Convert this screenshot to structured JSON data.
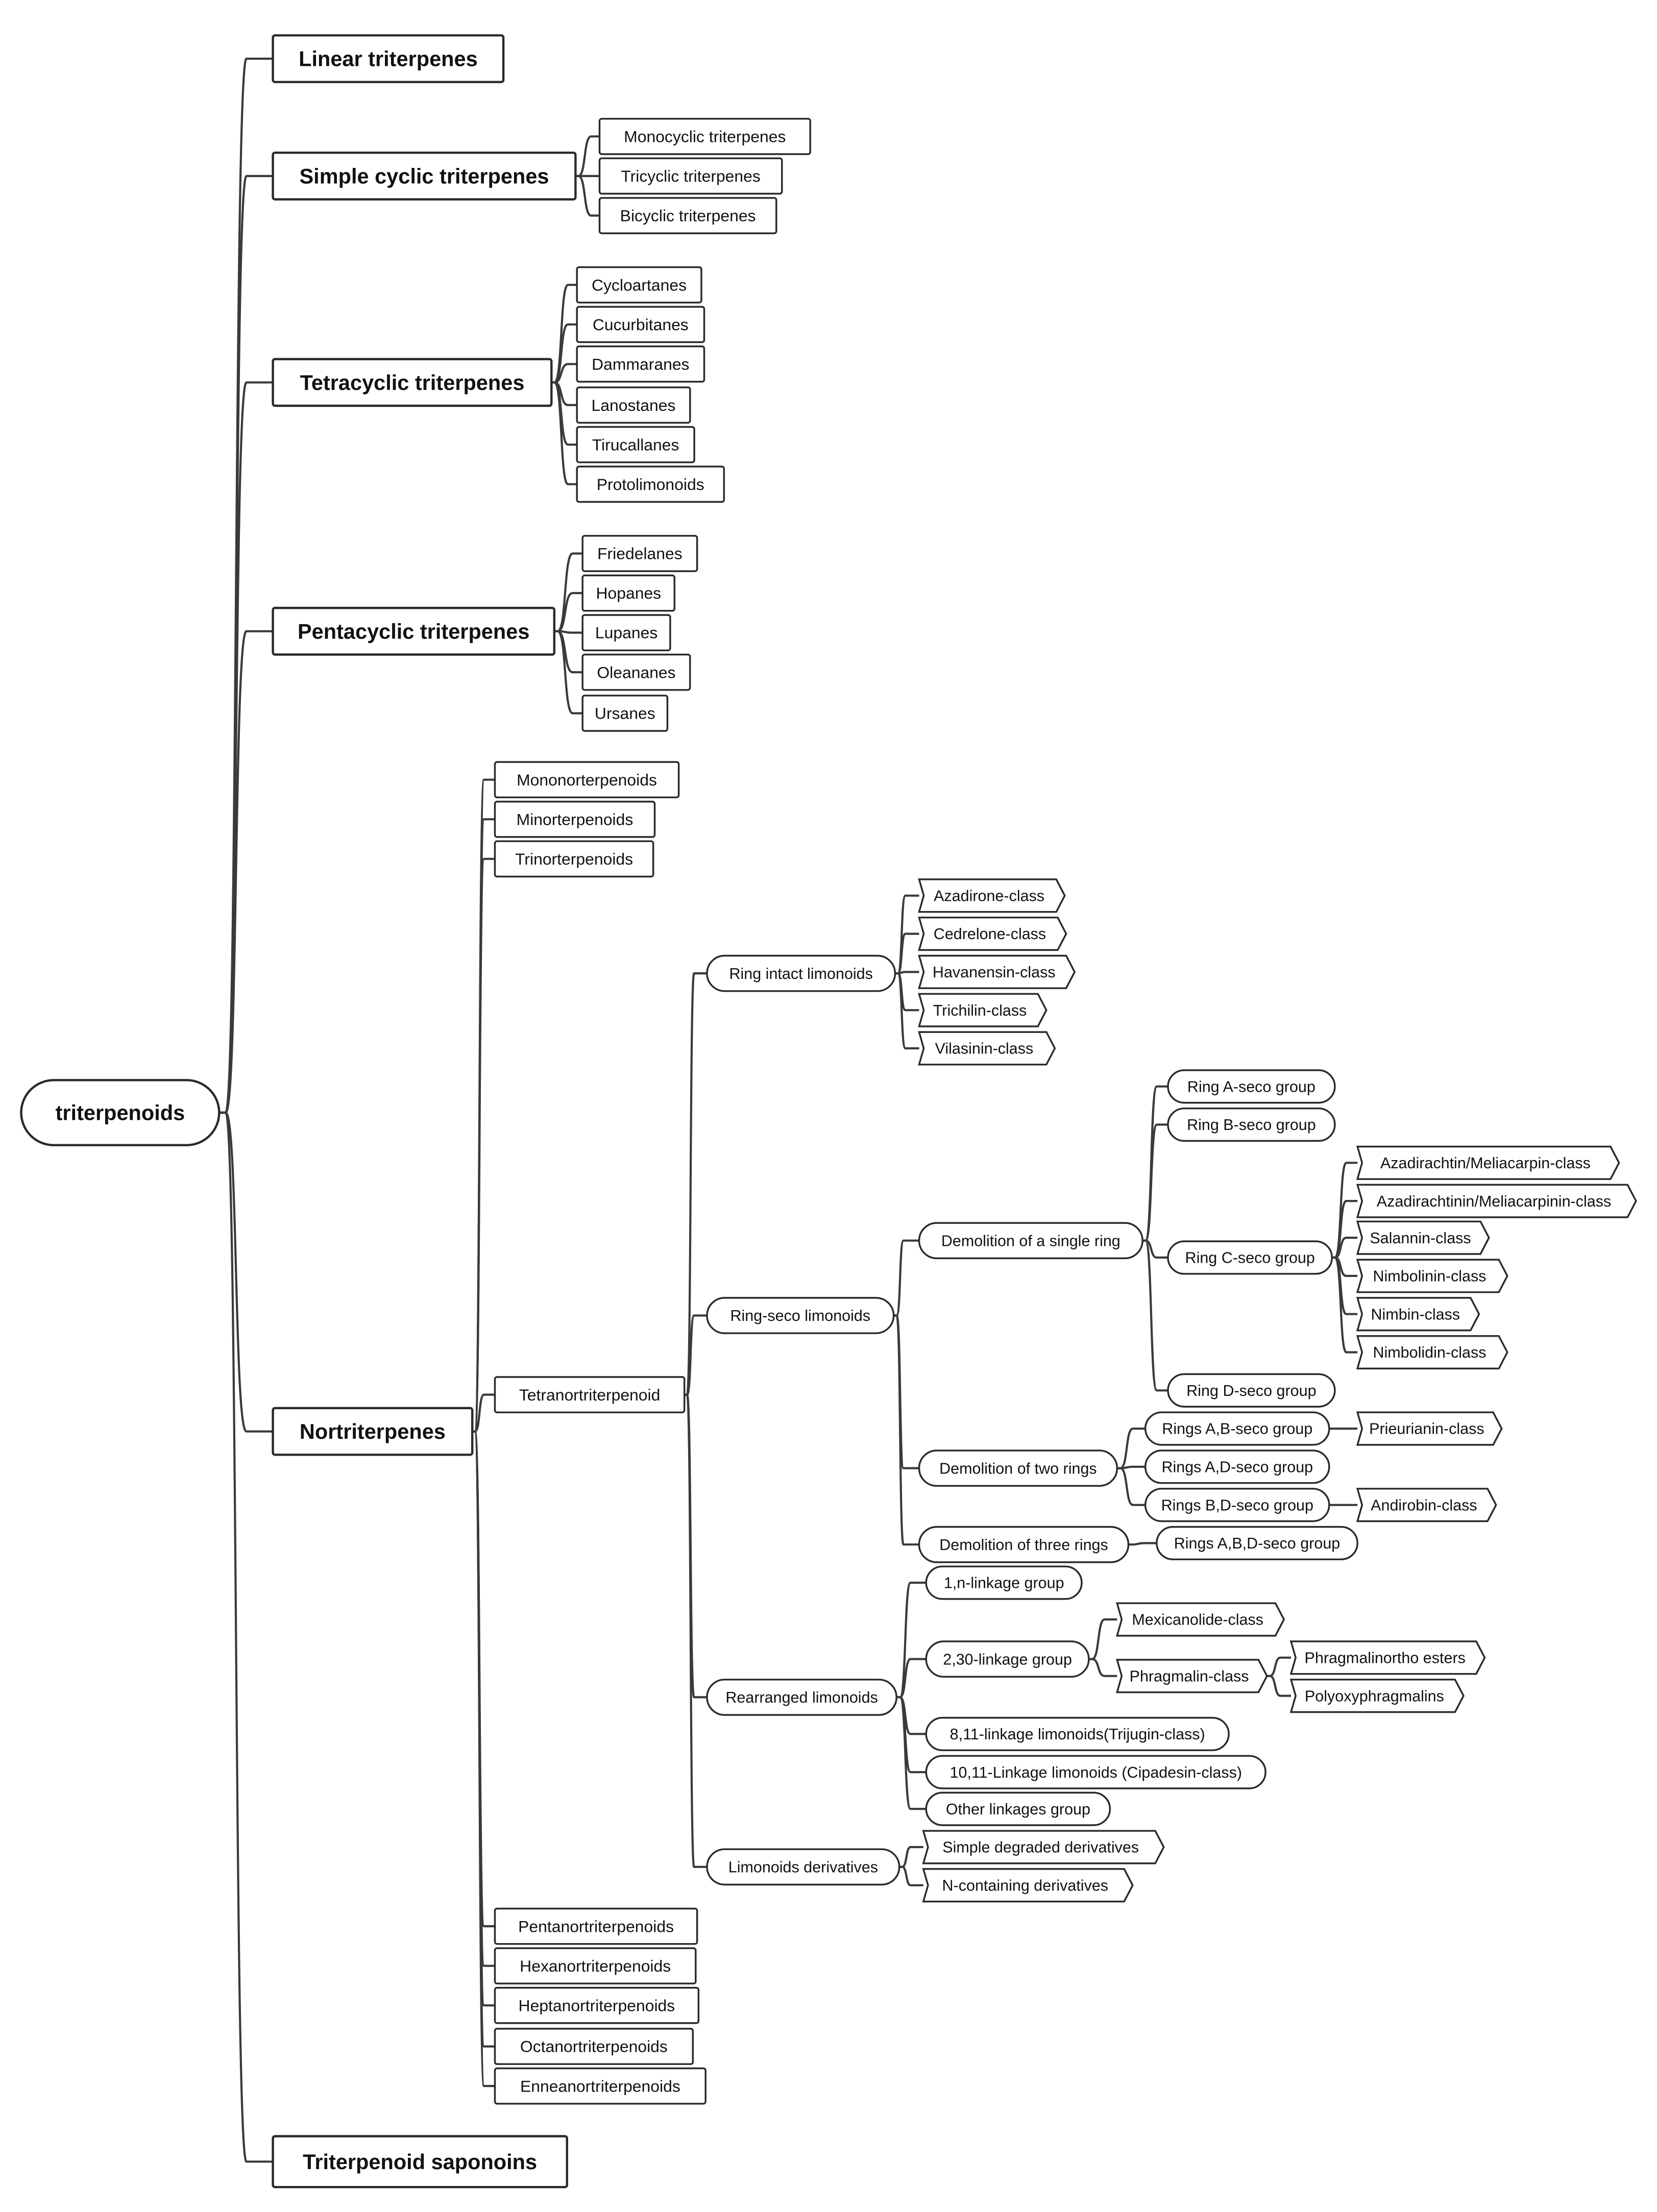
{
  "tree": {
    "root": {
      "label": "triterpenoids"
    },
    "linear": {
      "label": "Linear triterpenes"
    },
    "simple_cyclic": {
      "label": "Simple cyclic triterpenes",
      "children": [
        "Monocyclic triterpenes",
        "Tricyclic triterpenes",
        "Bicyclic triterpenes"
      ]
    },
    "tetracyclic": {
      "label": "Tetracyclic triterpenes",
      "children": [
        "Cycloartanes",
        "Cucurbitanes",
        "Dammaranes",
        "Lanostanes",
        "Tirucallanes",
        "Protolimonoids"
      ]
    },
    "pentacyclic": {
      "label": "Pentacyclic triterpenes",
      "children": [
        "Friedelanes",
        "Hopanes",
        "Lupanes",
        "Oleananes",
        "Ursanes"
      ]
    },
    "nortriterpenes": {
      "label": "Nortriterpenes",
      "upper": [
        "Mononorterpenoids",
        "Minorterpenoids",
        "Trinorterpenoids"
      ],
      "tetranor": {
        "label": "Tetranortriterpenoid",
        "ring_intact": {
          "label": "Ring intact limonoids",
          "children": [
            "Azadirone-class",
            "Cedrelone-class",
            "Havanensin-class",
            "Trichilin-class",
            "Vilasinin-class"
          ]
        },
        "ring_seco": {
          "label": "Ring-seco limonoids",
          "single": {
            "label": "Demolition of a single ring",
            "ring_a": "Ring A-seco group",
            "ring_b": "Ring B-seco group",
            "ring_c": {
              "label": "Ring C-seco group",
              "children": [
                "Azadirachtin/Meliacarpin-class",
                "Azadirachtinin/Meliacarpinin-class",
                "Salannin-class",
                "Nimbolinin-class",
                "Nimbin-class",
                "Nimbolidin-class"
              ]
            },
            "ring_d": "Ring D-seco group"
          },
          "two": {
            "label": "Demolition of two rings",
            "ab": {
              "label": "Rings A,B-seco group",
              "child": "Prieurianin-class"
            },
            "ad": {
              "label": "Rings A,D-seco group"
            },
            "bd": {
              "label": "Rings B,D-seco group",
              "child": "Andirobin-class"
            }
          },
          "three": {
            "label": "Demolition of three rings",
            "abd": "Rings A,B,D-seco group"
          }
        },
        "rearranged": {
          "label": "Rearranged limonoids",
          "linkage_1n": "1,n-linkage group",
          "linkage_230": {
            "label": "2,30-linkage group",
            "mexicanolide": "Mexicanolide-class",
            "phragmalin": {
              "label": "Phragmalin-class",
              "children": [
                "Phragmalinortho esters",
                "Polyoxyphragmalins"
              ]
            }
          },
          "linkage_811": "8,11-linkage limonoids(Trijugin-class)",
          "linkage_1011": "10,11-Linkage limonoids (Cipadesin-class)",
          "other": "Other linkages group"
        },
        "derivatives": {
          "label": "Limonoids derivatives",
          "children": [
            "Simple degraded derivatives",
            "N-containing derivatives"
          ]
        }
      },
      "lower": [
        "Pentanortriterpenoids",
        "Hexanortriterpenoids",
        "Heptanortriterpenoids",
        "Octanortriterpenoids",
        "Enneanortriterpenoids"
      ]
    },
    "saponins": {
      "label": "Triterpenoid saponoins"
    }
  }
}
